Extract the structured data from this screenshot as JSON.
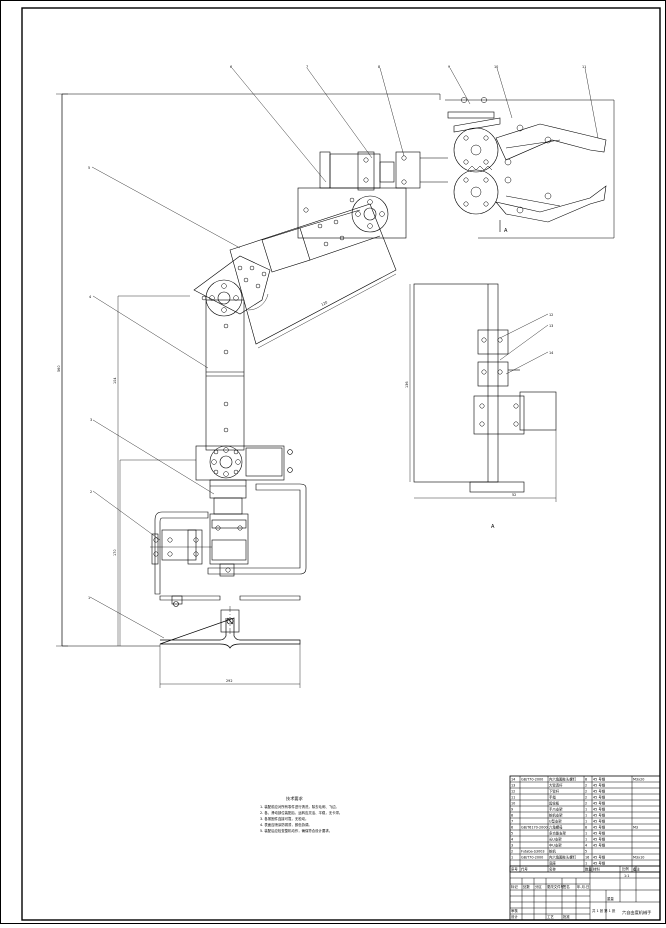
{
  "balloons": [
    "1",
    "2",
    "3",
    "4",
    "5",
    "6",
    "7",
    "8",
    "9",
    "10",
    "11",
    "12",
    "13",
    "14"
  ],
  "dimensions": {
    "height_total": "560",
    "width_total": "292",
    "lower_height": "170",
    "mid_height": "104",
    "arm_length": "120",
    "section_height": "136",
    "section_width": "52"
  },
  "view_label": "A",
  "view_marker": "A",
  "tech_notes": {
    "title": "技术要求",
    "lines": [
      "1. 装配前应对所有零件进行清洗，除去毛刺、飞边。",
      "2. 各、滑动部位装配后，运转应灵活、平稳，无卡滞。",
      "3. 各紧固件连接可靠，无松动。",
      "4. 表面应喷涂防锈漆，颜色协调。",
      "5. 装配后应检查整机动作，确保符合设计要求。"
    ]
  },
  "bom": [
    {
      "no": "14",
      "code": "GB/T70-2000",
      "name": "内六角圆柱头螺钉",
      "qty": "8",
      "material": "45 号钢",
      "note": "M3x20"
    },
    {
      "no": "13",
      "code": "",
      "name": "大臂连杆",
      "qty": "2",
      "material": "45 号钢",
      "note": ""
    },
    {
      "no": "12",
      "code": "",
      "name": "下臂杆",
      "qty": "2",
      "material": "45 号钢",
      "note": ""
    },
    {
      "no": "11",
      "code": "",
      "name": "手指",
      "qty": "2",
      "material": "45 号钢",
      "note": ""
    },
    {
      "no": "10",
      "code": "",
      "name": "齿轮板",
      "qty": "2",
      "material": "45 号钢",
      "note": ""
    },
    {
      "no": "9",
      "code": "",
      "name": "手爪支架",
      "qty": "1",
      "material": "45 号钢",
      "note": ""
    },
    {
      "no": "8",
      "code": "",
      "name": "舵机支架",
      "qty": "1",
      "material": "45 号钢",
      "note": ""
    },
    {
      "no": "7",
      "code": "",
      "name": "U型支架",
      "qty": "1",
      "material": "45 号钢",
      "note": ""
    },
    {
      "no": "6",
      "code": "GB/T6170-2000",
      "name": "六角螺母",
      "qty": "8",
      "material": "45 号钢",
      "note": "M3"
    },
    {
      "no": "5",
      "code": "",
      "name": "多功能支架",
      "qty": "1",
      "material": "45 号钢",
      "note": ""
    },
    {
      "no": "4",
      "code": "",
      "name": "长U支架",
      "qty": "1",
      "material": "45 号钢",
      "note": ""
    },
    {
      "no": "3",
      "code": "",
      "name": "中U支架",
      "qty": "4",
      "material": "45 号钢",
      "note": ""
    },
    {
      "no": "2",
      "code": "Futaba-S3003",
      "name": "舵机",
      "qty": "5",
      "material": "",
      "note": ""
    },
    {
      "no": "1",
      "code": "GB/T70-2000",
      "name": "内六角圆柱头螺钉",
      "qty": "16",
      "material": "45 号钢",
      "note": "M3x10"
    },
    {
      "no": "",
      "code": "",
      "name": "底座",
      "qty": "1",
      "material": "45 号钢",
      "note": ""
    }
  ],
  "bom_header": {
    "no": "序号",
    "code": "代号",
    "name": "名称",
    "qty": "数量",
    "material": "材料",
    "note": "备注"
  },
  "title_block": {
    "drawing_name": "六自由度机械手",
    "scale": "1:1",
    "sheet": "共 1 张 第 1 张",
    "weight": "重量",
    "ratio": "比例",
    "labels": [
      "标记",
      "处数",
      "分区",
      "更改文件号",
      "签名",
      "年.月.日",
      "设计",
      "审核",
      "工艺",
      "批准"
    ]
  }
}
